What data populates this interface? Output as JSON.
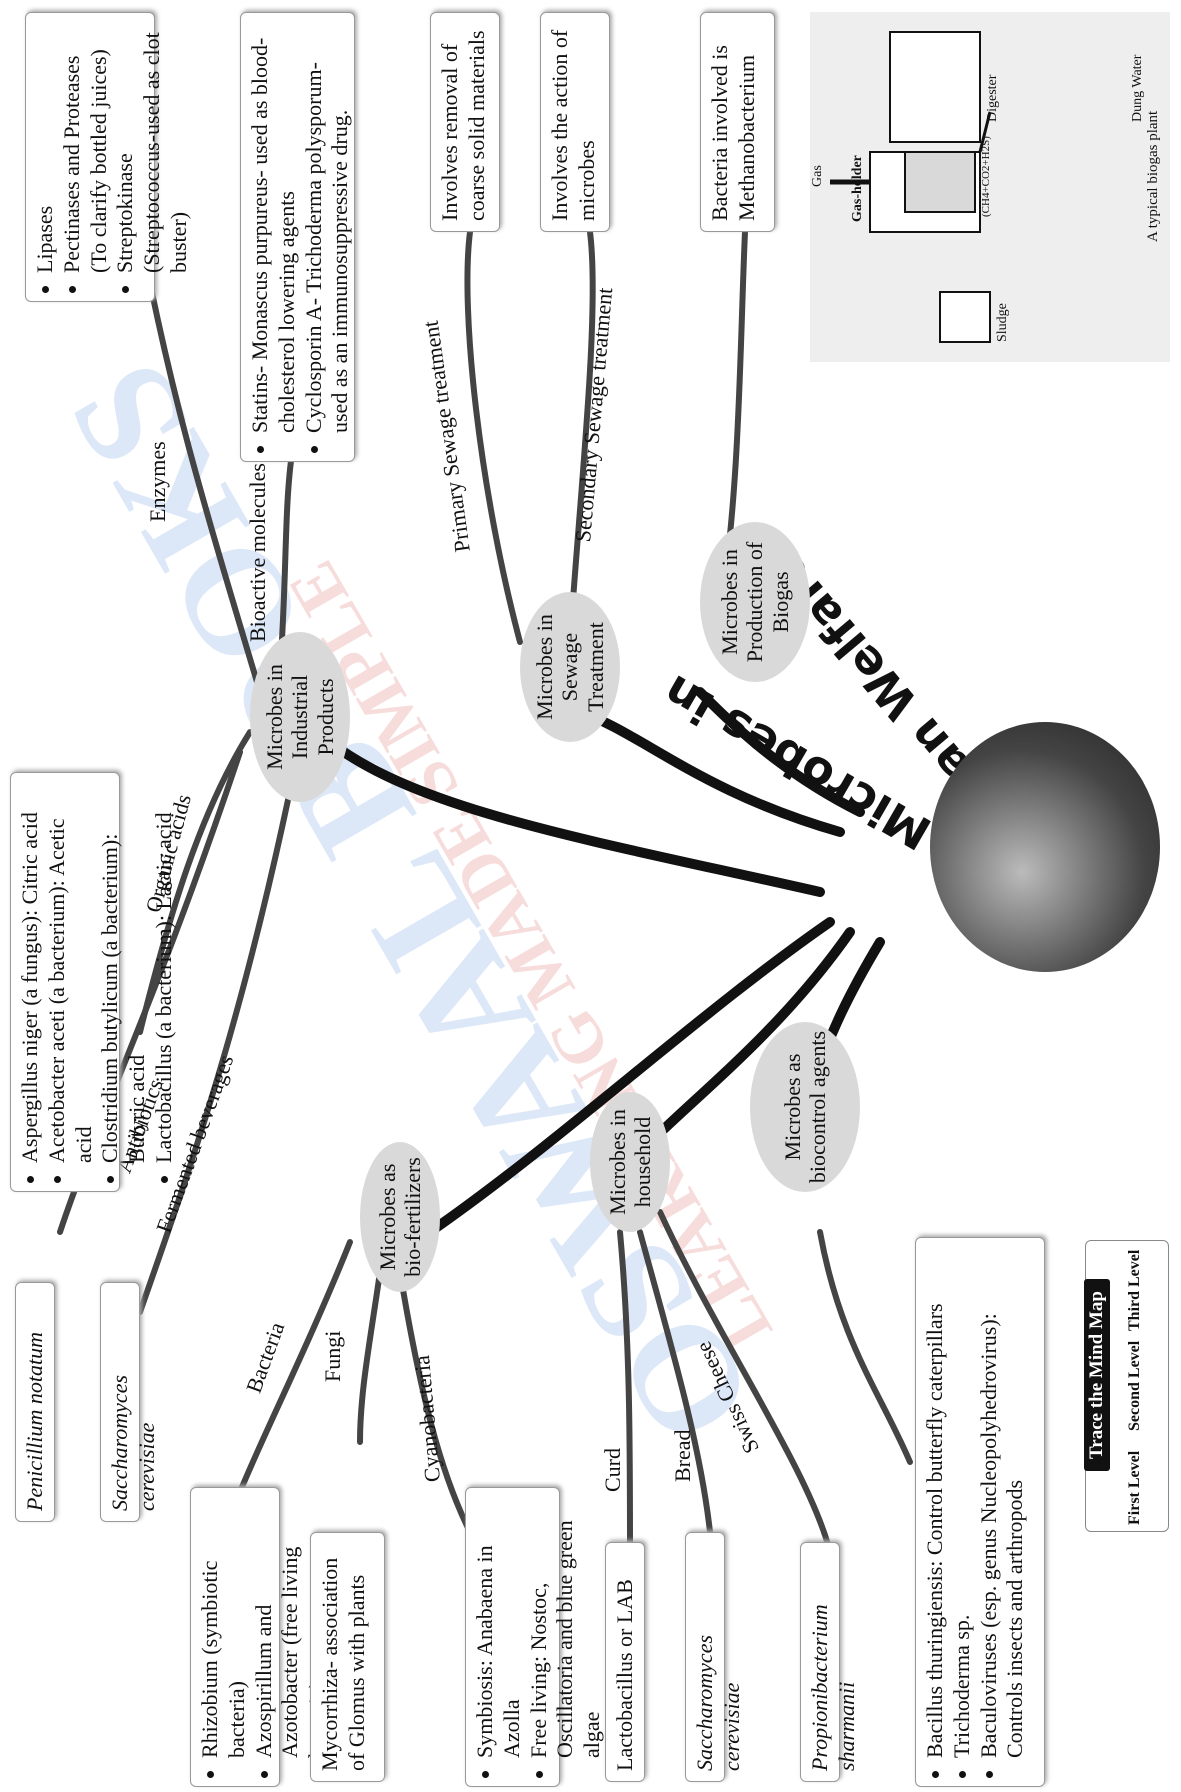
{
  "title": {
    "line1": "Microbes in",
    "line2": "Human Welfare"
  },
  "watermark": {
    "line1": "OSWAAL BOOKS",
    "line2": "LEARNING MADE SIMPLE"
  },
  "nodes": {
    "industrial": "Microbes in Industrial Products",
    "sewage": "Microbes in Sewage Treatment",
    "biogas": "Microbes in Production of Biogas",
    "biofert": "Microbes as bio-fertilizers",
    "household": "Microbes in household",
    "biocontrol": "Microbes as biocontrol agents"
  },
  "labels": {
    "organic_acids": "Organic acids",
    "enzymes": "Enzymes",
    "bioactive": "Bioactive molecules",
    "antibiotics": "Antibiotics",
    "fermented": "Fermented beverages",
    "primary": "Primary Sewage treatment",
    "secondary": "Secondary Sewage treatment",
    "bacteria": "Bacteria",
    "fungi": "Fungi",
    "cyanobacteria": "Cyanobacteria",
    "curd": "Curd",
    "bread": "Bread",
    "swiss": "Swiss Cheese"
  },
  "boxes": {
    "organic_acids": [
      "Aspergillus niger (a fungus): Citric acid",
      "Acetobacter aceti (a bacterium): Acetic acid",
      "Clostridium butylicum (a bacterium): Butyric acid",
      "Lactobacillus (a bacterium): Lactic acid"
    ],
    "enzymes": [
      "Lipases",
      "Pectinases and Proteases (To clarify bottled juices)",
      "Streptokinase (Streptococcus-used as clot buster)"
    ],
    "bioactive": [
      "Statins- Monascus purpureus- used as blood-cholesterol lowering agents",
      "Cyclosporin A- Trichoderma polysporum- used as an immunosuppressive drug."
    ],
    "primary": "Involves removal of coarse solid materials",
    "secondary": "Involves the action of microbes",
    "biogas": "Bacteria involved is Methanobacterium",
    "antibiotics": "Penicillium notatum",
    "fermented": "Saccharomyces cerevisiae",
    "bacteria": [
      "Rhizobium (symbiotic bacteria)",
      "Azospirillum and Azotobacter (free living bacteria)."
    ],
    "fungi": "Mycorrhiza- association of Glomus with plants",
    "cyanobacteria": [
      "Symbiosis: Anabaena in Azolla",
      "Free living: Nostoc, Oscillatoria and blue green algae"
    ],
    "curd": "Lactobacillus or LAB",
    "bread": "Saccharomyces cerevisiae",
    "swiss": "Propionibacterium sharmanii",
    "biocontrol": [
      "Bacillus thuringiensis: Control butterfly caterpillars",
      "Trichoderma sp.",
      "Baculoviruses (esp. genus Nucleopolyhedrovirus): Controls insects and arthropods"
    ]
  },
  "biogas_plant": {
    "gas": "Gas",
    "gas_holder": "Gas-holder",
    "sludge": "Sludge",
    "digester": "Digester",
    "formula": "(CH4+CO2+H2S)",
    "dung_water": "Dung Water",
    "caption": "A typical biogas plant"
  },
  "legend": {
    "header": "Trace the Mind Map",
    "first": "First Level",
    "second": "Second Level",
    "third": "Third Level"
  }
}
